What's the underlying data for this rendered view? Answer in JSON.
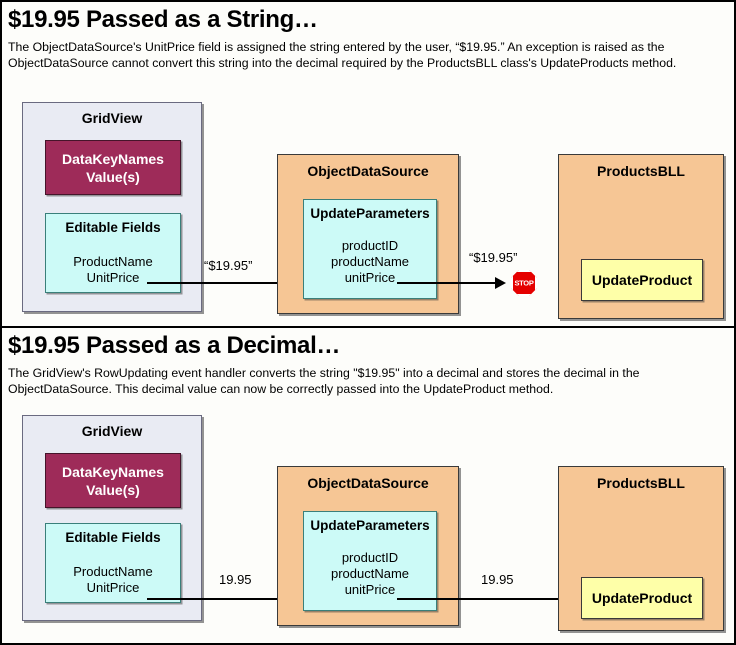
{
  "panels": [
    {
      "id": "string-panel",
      "title": "$19.95 Passed as a String…",
      "description": "The ObjectDataSource's UnitPrice field is assigned the string entered by the user, “$19.95.” An exception is raised as the ObjectDataSource cannot convert this string into the decimal required by the ProductsBLL class's UpdateProducts method.",
      "gridview": {
        "title": "GridView",
        "datakeynames_line1": "DataKeyNames",
        "datakeynames_line2": "Value(s)",
        "editable_title": "Editable Fields",
        "editable_field_1": "ProductName",
        "editable_field_2": "UnitPrice"
      },
      "objectdatasource": {
        "title": "ObjectDataSource",
        "params_title": "UpdateParameters",
        "param_1": "productID",
        "param_2": "productName",
        "param_3": "unitPrice"
      },
      "productsbll": {
        "title": "ProductsBLL",
        "method": "UpdateProduct"
      },
      "arrow_1_label": "“$19.95”",
      "arrow_2_label": "“$19.95”",
      "stop_label": "STOP",
      "has_stop": true
    },
    {
      "id": "decimal-panel",
      "title": "$19.95 Passed as a Decimal…",
      "description": "The GridView's RowUpdating event handler converts the string \"$19.95\" into a decimal and stores the decimal in the ObjectDataSource. This decimal value can now be correctly passed into the UpdateProduct method.",
      "gridview": {
        "title": "GridView",
        "datakeynames_line1": "DataKeyNames",
        "datakeynames_line2": "Value(s)",
        "editable_title": "Editable Fields",
        "editable_field_1": "ProductName",
        "editable_field_2": "UnitPrice"
      },
      "objectdatasource": {
        "title": "ObjectDataSource",
        "params_title": "UpdateParameters",
        "param_1": "productID",
        "param_2": "productName",
        "param_3": "unitPrice"
      },
      "productsbll": {
        "title": "ProductsBLL",
        "method": "UpdateProduct"
      },
      "arrow_1_label": "19.95",
      "arrow_2_label": "19.95",
      "has_stop": false
    }
  ],
  "colors": {
    "gridview_fill": "#e9ebf3",
    "datakeynames_fill": "#9e2b59",
    "cyan_fill": "#ccfaf7",
    "orange_fill": "#f6c695",
    "yellow_fill": "#feffa8",
    "stop_red": "#e50000",
    "border": "#000000"
  }
}
